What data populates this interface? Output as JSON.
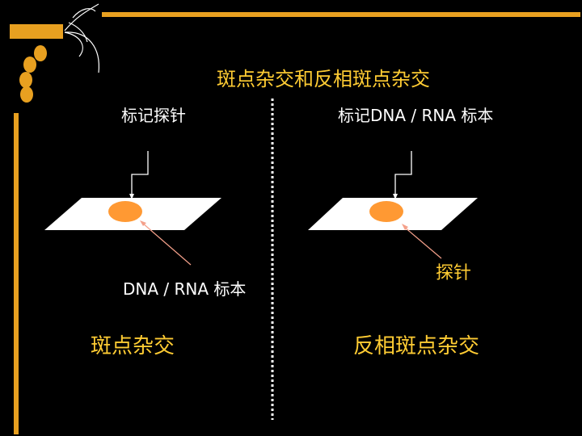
{
  "slide": {
    "title": "斑点杂交和反相斑点杂交",
    "left": {
      "heading": "标记探针",
      "bottom_label": "DNA / RNA 标本",
      "caption": "斑点杂交"
    },
    "right": {
      "heading": "标记DNA / RNA 标本",
      "pointer_label": "探针",
      "caption": "反相斑点杂交"
    }
  },
  "colors": {
    "background": "#000000",
    "accent": "#ffcc33",
    "decor": "#e8a020",
    "membrane": "#ffffff",
    "dot": "#ff9933",
    "pointer_line": "#f4a08a",
    "divider": "#ffffff"
  },
  "icons": [
    "decorative-bars",
    "decorative-dots",
    "decorative-vine"
  ]
}
